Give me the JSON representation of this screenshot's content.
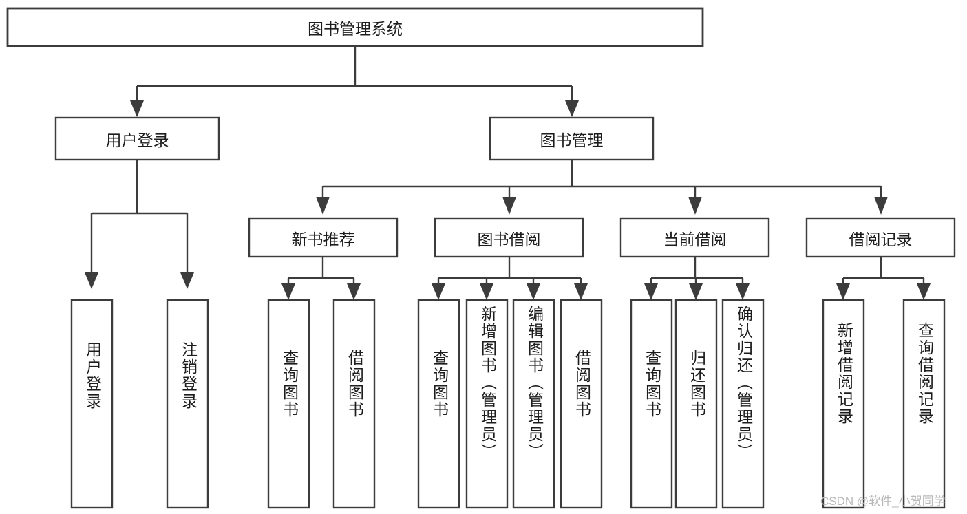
{
  "diagram": {
    "title": "图书管理系统",
    "watermark": "CSDN @软件_小贺同学",
    "nodes": {
      "root": {
        "label": "图书管理系统"
      },
      "level1": [
        {
          "label": "用户登录"
        },
        {
          "label": "图书管理"
        }
      ],
      "level2": [
        {
          "label": "新书推荐"
        },
        {
          "label": "图书借阅"
        },
        {
          "label": "当前借阅"
        },
        {
          "label": "借阅记录"
        }
      ],
      "leaves_user_login": [
        {
          "label": "用户登录"
        },
        {
          "label": "注销登录"
        }
      ],
      "leaves_new_books": [
        {
          "label": "查询图书"
        },
        {
          "label": "借阅图书"
        }
      ],
      "leaves_borrow": [
        {
          "label": "查询图书"
        },
        {
          "label": "新增图书（管理员）"
        },
        {
          "label": "编辑图书（管理员）"
        },
        {
          "label": "借阅图书"
        }
      ],
      "leaves_current": [
        {
          "label": "查询图书"
        },
        {
          "label": "归还图书"
        },
        {
          "label": "确认归还（管理员）"
        }
      ],
      "leaves_records": [
        {
          "label": "新增借阅记录"
        },
        {
          "label": "查询借阅记录"
        }
      ]
    },
    "colors": {
      "stroke": "#3c3c3c",
      "fill": "#ffffff",
      "text": "#1d1d1d",
      "watermark": "#b8b8b8"
    }
  }
}
